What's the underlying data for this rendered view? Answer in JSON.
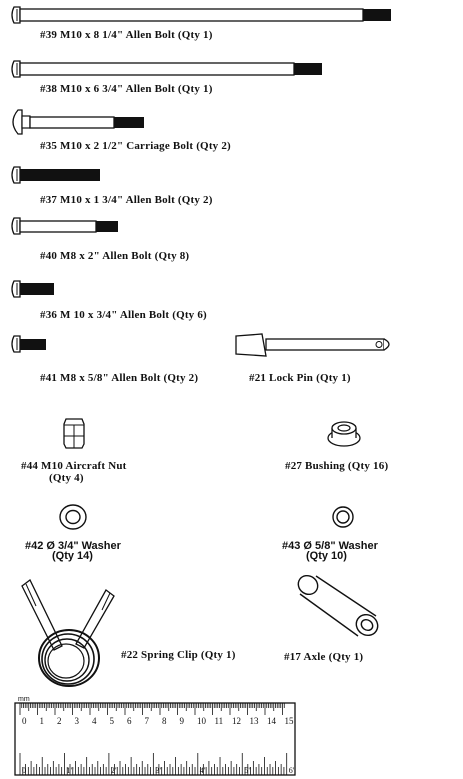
{
  "parts": [
    {
      "id": "39",
      "label": "#39 M10 x 8 1/4\" Allen Bolt (Qty 1)"
    },
    {
      "id": "38",
      "label": "#38 M10 x 6 3/4\" Allen Bolt (Qty 1)"
    },
    {
      "id": "35",
      "label": "#35 M10 x 2 1/2\" Carriage Bolt (Qty 2)"
    },
    {
      "id": "37",
      "label": "#37 M10 x 1 3/4\" Allen Bolt (Qty 2)"
    },
    {
      "id": "40",
      "label": "#40 M8 x 2\" Allen Bolt (Qty 8)"
    },
    {
      "id": "36",
      "label": "#36 M 10 x 3/4\" Allen Bolt (Qty 6)"
    },
    {
      "id": "41",
      "label": "#41 M8 x 5/8\" Allen Bolt (Qty 2)"
    },
    {
      "id": "21",
      "label": "#21 Lock Pin (Qty 1)"
    },
    {
      "id": "44",
      "label": "#44 M10 Aircraft Nut",
      "qty": "(Qty 4)"
    },
    {
      "id": "27",
      "label": "#27 Bushing (Qty 16)"
    },
    {
      "id": "42",
      "label": "#42   Ø 3/4\" Washer",
      "qty": "(Qty 14)"
    },
    {
      "id": "43",
      "label": "#43   Ø 5/8\" Washer",
      "qty": "(Qty 10)"
    },
    {
      "id": "22",
      "label": "#22 Spring Clip (Qty 1)"
    },
    {
      "id": "17",
      "label": "#17 Axle (Qty 1)"
    }
  ],
  "ruler": {
    "unit_top": "mm",
    "cm_labels": [
      "0",
      "1",
      "2",
      "3",
      "4",
      "5",
      "6",
      "7",
      "8",
      "9",
      "10",
      "11",
      "12",
      "13",
      "14",
      "15"
    ],
    "inch_labels": [
      "0",
      "1\"",
      "2\"",
      "3\"",
      "4\"",
      "5\"",
      "6\""
    ]
  }
}
